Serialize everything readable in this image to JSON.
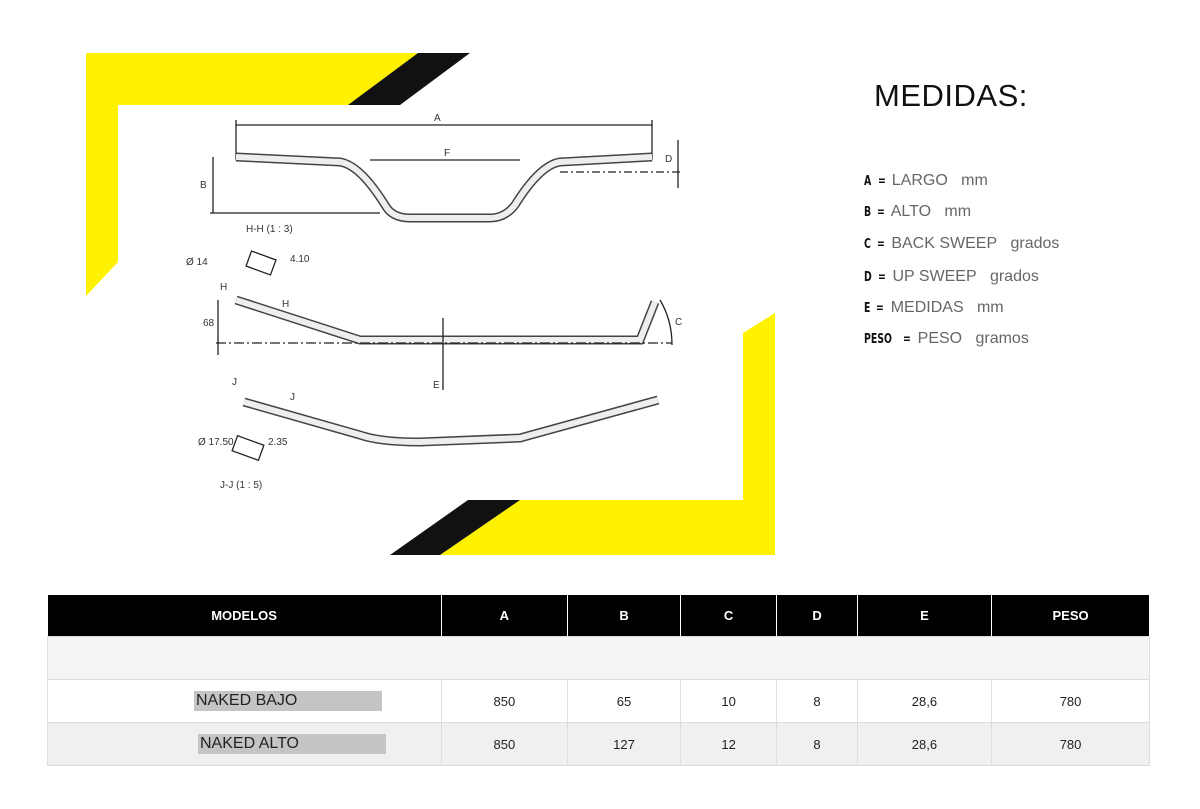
{
  "title": "MEDIDAS:",
  "legend": [
    {
      "key": "A",
      "eq": "=",
      "desc": "LARGO",
      "unit": "mm"
    },
    {
      "key": "B",
      "eq": "=",
      "desc": "ALTO",
      "unit": "mm"
    },
    {
      "key": "C",
      "eq": "=",
      "desc": "BACK SWEEP",
      "unit": "grados"
    },
    {
      "key": "D",
      "eq": "=",
      "desc": "UP SWEEP",
      "unit": "grados"
    },
    {
      "key": "E",
      "eq": "=",
      "desc": "MEDIDAS",
      "unit": "mm"
    },
    {
      "key": "PESO",
      "eq": "=",
      "desc": "PESO",
      "unit": "gramos"
    }
  ],
  "drawing": {
    "labels": {
      "a": "A",
      "f": "F",
      "b": "B",
      "d": "D",
      "c": "C",
      "e": "E",
      "h": "H",
      "j": "J",
      "hh": "H-H (1 : 3)",
      "jj": "J-J (1 : 5)",
      "d14": "Ø 14",
      "d410": "4.10",
      "d68": "68",
      "d1750": "Ø 17.50",
      "d235": "2.35"
    }
  },
  "colors": {
    "yellow": "#fff200",
    "black": "#111111"
  },
  "table": {
    "headers": [
      "MODELOS",
      "A",
      "B",
      "C",
      "D",
      "E",
      "PESO"
    ],
    "rows": [
      [
        "NAKED BAJO",
        "850",
        "65",
        "10",
        "8",
        "28,6",
        "780"
      ],
      [
        "NAKED ALTO",
        "850",
        "127",
        "12",
        "8",
        "28,6",
        "780"
      ]
    ]
  }
}
